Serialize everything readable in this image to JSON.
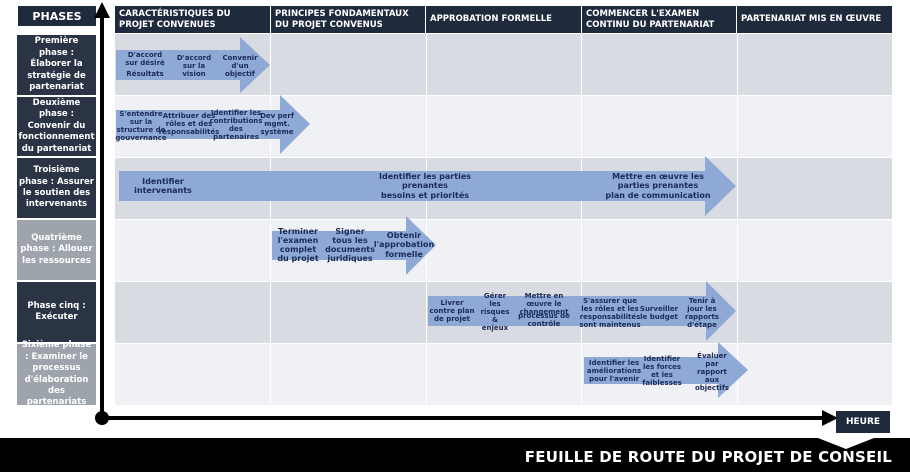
{
  "header": {
    "phases_label": "PHASES",
    "columns": [
      "CARACTÉRISTIQUES DU PROJET CONVENUES",
      "PRINCIPES FONDAMENTAUX DU PROJET CONVENUS",
      "APPROBATION FORMELLE",
      "COMMENCER L'EXAMEN CONTINU DU PARTENARIAT",
      "PARTENARIAT MIS EN ŒUVRE"
    ]
  },
  "phases": [
    "Première phase : Élaborer la stratégie de partenariat",
    "Deuxième phase : Convenir du fonctionnement du partenariat",
    "Troisième phase : Assurer le soutien des intervenants",
    "Quatrième phase : Allouer les ressources",
    "Phase cinq : Exécuter",
    "Sixième phase : Examiner le processus d'élaboration des partenariats"
  ],
  "arrows": {
    "row1": [
      "D'accord sur désiré",
      "Résultats",
      "D'accord sur la vision",
      "Convenir d'un objectif"
    ],
    "row2": [
      "S'entendre sur la structure de gouvernance",
      "Attribuer des rôles et des responsabilités",
      "Identifier les contributions des partenaires",
      "Dev perf mgmt. système"
    ],
    "row3": [
      "Identifier intervenants",
      "Identifier les parties prenantes",
      "besoins et priorités",
      "Mettre en œuvre les parties prenantes",
      "plan de communication"
    ],
    "row4": [
      "Terminer l'examen complet du projet",
      "Signer tous les documents juridiques",
      "Obtenir l'approbation formelle"
    ],
    "row5": [
      "Livrer contre plan de projet",
      "Gérer les risques & enjeux",
      "Mettre en œuvre le changement",
      "processus de contrôle",
      "S'assurer que les rôles et les responsabilités sont maintenus",
      "Surveiller le budget",
      "Tenir à jour les rapports d'étape"
    ],
    "row6": [
      "Identifier les améliorations pour l'avenir",
      "Identifier les forces et les faiblesses",
      "Évaluer par rapport aux objectifs"
    ]
  },
  "axis": {
    "time_label": "HEURE"
  },
  "footer": {
    "title": "FEUILLE DE ROUTE DU PROJET DE CONSEIL"
  }
}
